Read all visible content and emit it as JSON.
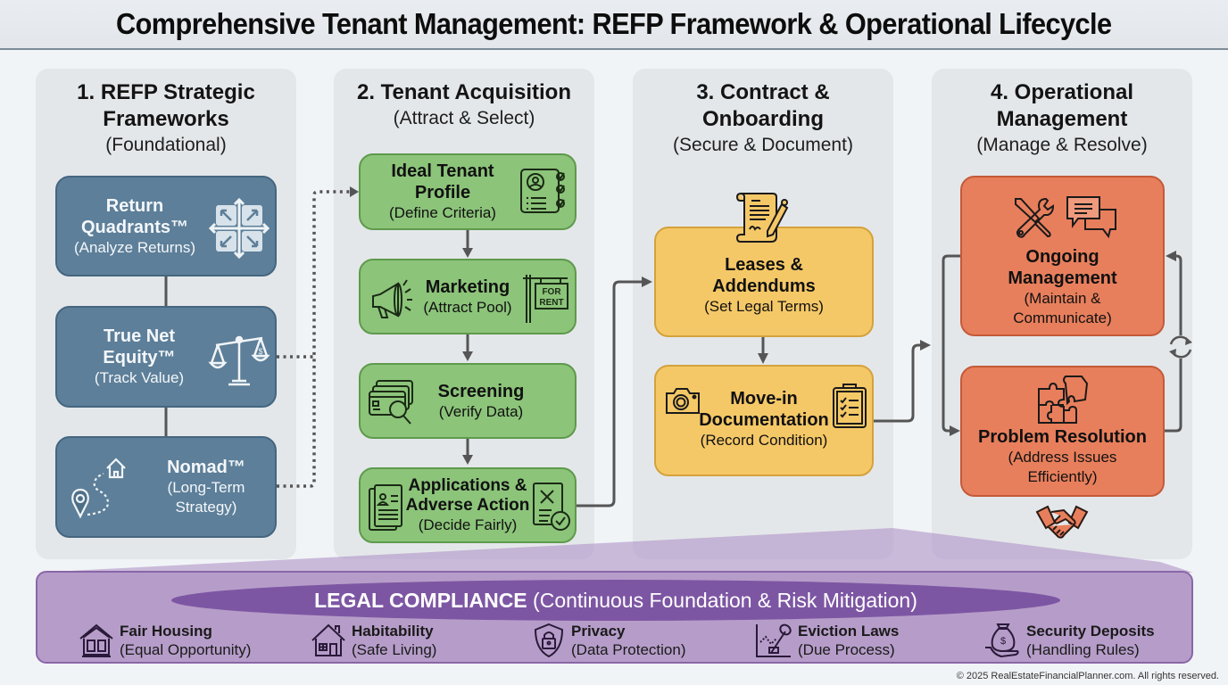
{
  "title": "Comprehensive Tenant Management: REFP Framework & Operational Lifecycle",
  "colors": {
    "framework_blue": "#5d7f99",
    "acquisition_green": "#8cc47a",
    "contract_yellow": "#f5c867",
    "operations_orange": "#e87f5c",
    "legal_purple": "#7d56a3",
    "column_bg": "#e4e7ea",
    "connector": "#555555"
  },
  "columns": [
    {
      "title_line1": "1. REFP Strategic",
      "title_line2": "Frameworks",
      "subtitle": "(Foundational)",
      "boxes": [
        {
          "title_line1": "Return",
          "title_line2": "Quadrants™",
          "subtitle": "(Analyze Returns)",
          "icon": "quadrant-arrows-icon"
        },
        {
          "title_line1": "True Net",
          "title_line2": "Equity™",
          "subtitle": "(Track Value)",
          "icon": "balance-scale-icon"
        },
        {
          "title_line1": "Nomad™",
          "subtitle_line1": "(Long-Term",
          "subtitle_line2": "Strategy)",
          "icon": "map-pin-house-path-icon"
        }
      ]
    },
    {
      "title_line1": "2. Tenant Acquisition",
      "subtitle": "(Attract & Select)",
      "boxes": [
        {
          "title_line1": "Ideal Tenant",
          "title_line2": "Profile",
          "subtitle": "(Define Criteria)",
          "icon": "profile-checklist-icon"
        },
        {
          "title_line1": "Marketing",
          "subtitle": "(Attract Pool)",
          "icon": "megaphone-icon",
          "icon2": "for-rent-sign-icon",
          "sign_line1": "FOR",
          "sign_line2": "RENT"
        },
        {
          "title_line1": "Screening",
          "subtitle": "(Verify Data)",
          "icon": "card-magnifier-icon"
        },
        {
          "title_line1": "Applications &",
          "title_line2": "Adverse Action",
          "subtitle": "(Decide Fairly)",
          "icon": "application-documents-icon",
          "icon2": "decision-document-icon"
        }
      ]
    },
    {
      "title_line1": "3. Contract &",
      "title_line2": "Onboarding",
      "subtitle": "(Secure & Document)",
      "boxes": [
        {
          "title_line1": "Leases &",
          "title_line2": "Addendums",
          "subtitle": "(Set Legal Terms)",
          "icon": "scroll-pen-icon"
        },
        {
          "title_line1": "Move-in",
          "title_line2": "Documentation",
          "subtitle": "(Record Condition)",
          "icon": "camera-icon",
          "icon2": "clipboard-checklist-icon"
        }
      ]
    },
    {
      "title_line1": "4. Operational",
      "title_line2": "Management",
      "subtitle": "(Manage & Resolve)",
      "boxes": [
        {
          "title_line1": "Ongoing",
          "title_line2": "Management",
          "subtitle_line1": "(Maintain &",
          "subtitle_line2": "Communicate)",
          "icon": "tools-icon",
          "icon2": "chat-bubbles-icon"
        },
        {
          "title_line1": "Problem Resolution",
          "subtitle_line1": "(Address Issues",
          "subtitle_line2": "Efficiently)",
          "icon": "puzzle-icon"
        }
      ],
      "footer_icon": "handshake-icon",
      "cycle_icon": "cycle-arrows-icon"
    }
  ],
  "legal": {
    "title_bold": "LEGAL COMPLIANCE",
    "title_rest": " (Continuous Foundation & Risk Mitigation)",
    "items": [
      {
        "label": "Fair Housing",
        "sub": "(Equal Opportunity)",
        "icon": "fair-housing-icon"
      },
      {
        "label": "Habitability",
        "sub": "(Safe Living)",
        "icon": "house-icon"
      },
      {
        "label": "Privacy",
        "sub": "(Data Protection)",
        "icon": "shield-lock-icon"
      },
      {
        "label": "Eviction Laws",
        "sub": "(Due Process)",
        "icon": "eviction-gavel-icon"
      },
      {
        "label": "Security Deposits",
        "sub": "(Handling Rules)",
        "icon": "money-bag-hand-icon"
      }
    ]
  },
  "footer": "© 2025 RealEstateFinancialPlanner.com. All rights reserved."
}
